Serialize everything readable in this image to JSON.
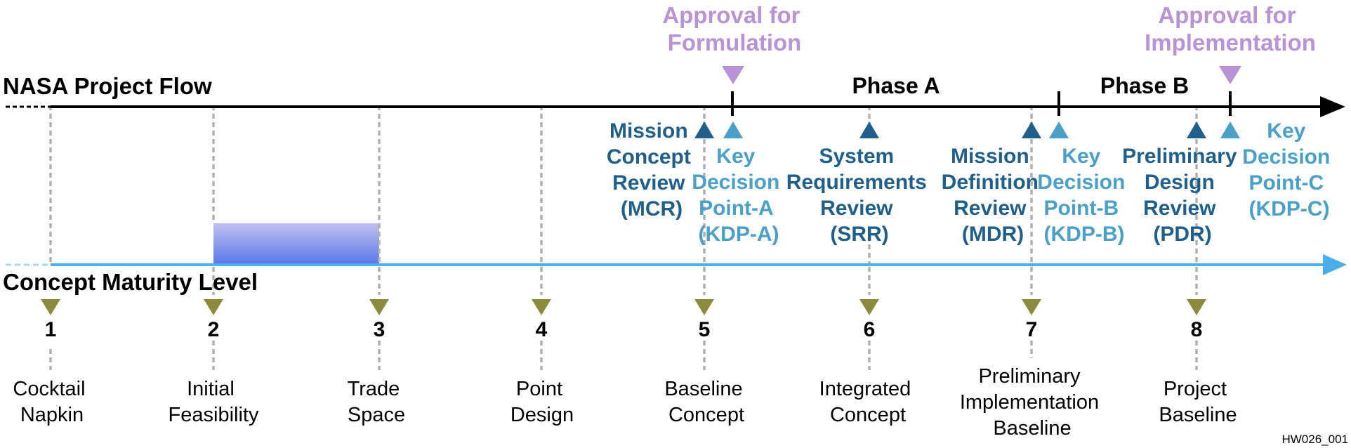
{
  "project_flow": {
    "title": "NASA Project Flow"
  },
  "cml_axis": {
    "title": "Concept Maturity Level"
  },
  "phases": [
    {
      "label": "Phase A"
    },
    {
      "label": "Phase B"
    }
  ],
  "approvals": [
    {
      "lines": [
        "Approval for",
        "Formulation"
      ]
    },
    {
      "lines": [
        "Approval for",
        "Implementation"
      ]
    }
  ],
  "reviews": [
    {
      "lines": [
        "Mission",
        "Concept",
        "Review",
        "(MCR)"
      ]
    },
    {
      "lines": [
        "System",
        "Requirements",
        "Review",
        "(SRR)"
      ]
    },
    {
      "lines": [
        "Mission",
        "Definition",
        "Review",
        "(MDR)"
      ]
    },
    {
      "lines": [
        "Preliminary",
        "Design",
        "Review",
        "(PDR)"
      ]
    }
  ],
  "kdps": [
    {
      "lines": [
        "Key",
        "Decision",
        "Point-A",
        "(KDP-A)"
      ]
    },
    {
      "lines": [
        "Key",
        "Decision",
        "Point-B",
        "(KDP-B)"
      ]
    },
    {
      "lines": [
        "Key",
        "Decision",
        "Point-C",
        "(KDP-C)"
      ]
    }
  ],
  "levels": [
    {
      "num": "1",
      "lines": [
        "Cocktail",
        "Napkin"
      ]
    },
    {
      "num": "2",
      "lines": [
        "Initial",
        "Feasibility"
      ]
    },
    {
      "num": "3",
      "lines": [
        "Trade",
        "Space"
      ]
    },
    {
      "num": "4",
      "lines": [
        "Point",
        "Design"
      ]
    },
    {
      "num": "5",
      "lines": [
        "Baseline",
        "Concept"
      ]
    },
    {
      "num": "6",
      "lines": [
        "Integrated",
        "Concept"
      ]
    },
    {
      "num": "7",
      "lines": [
        "Preliminary",
        "Implementation",
        "Baseline"
      ]
    },
    {
      "num": "8",
      "lines": [
        "Project",
        "Baseline"
      ]
    }
  ],
  "figure_id": "HW026_001",
  "colors": {
    "approval": "#b993d6",
    "review": "#1f5f8b",
    "kdp": "#4aa0c8",
    "cml_marker": "#8c8a3c",
    "cml_axis": "#4aaeea",
    "highlight_top": "#b8b8ec",
    "highlight_bottom": "#5a78ea"
  }
}
